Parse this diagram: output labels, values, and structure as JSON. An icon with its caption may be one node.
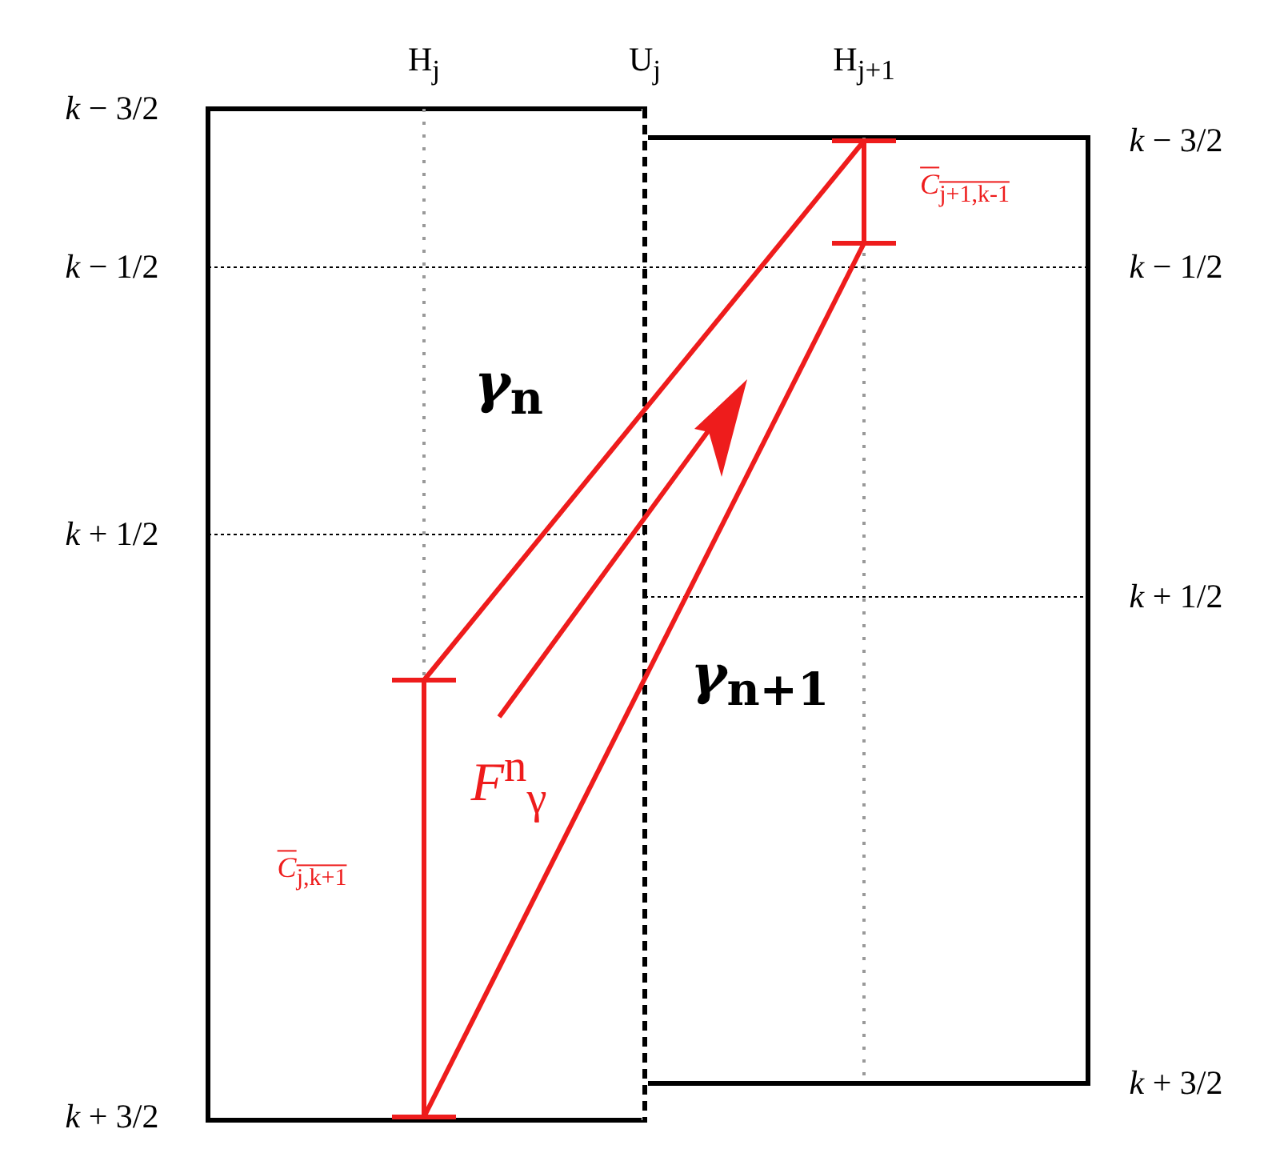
{
  "diagram": {
    "nodes": [
      {
        "text": [],
        "shape": "bar",
        "beside": [
          "*C*$_{j,k+1}$"
        ]
      },
      {
        "text": [],
        "shape": "bar",
        "beside": [
          "*C*$_{j+1,k-1}$"
        ]
      }
    ],
    "edges": [
      {
        "from": 0,
        "to": 1,
        "arrow": "none",
        "label": "*γ*$_{n}$"
      },
      {
        "from": 0,
        "to": 1,
        "arrow": "none",
        "label": "*γ*$_{n+1}$"
      }
    ],
    "labels": [
      "H$_{j}$",
      "U$_{j}$",
      "H$_{j+1}$",
      "*k* − 3/2",
      "*k* − 3/2",
      "*k* − 1/2",
      "*k* − 1/2",
      "*k* + 1/2",
      "*k* + 1/2",
      "*F*$^{n}$$_{γ}$",
      "*k* + 3/2",
      "*k* + 3/2"
    ]
  }
}
